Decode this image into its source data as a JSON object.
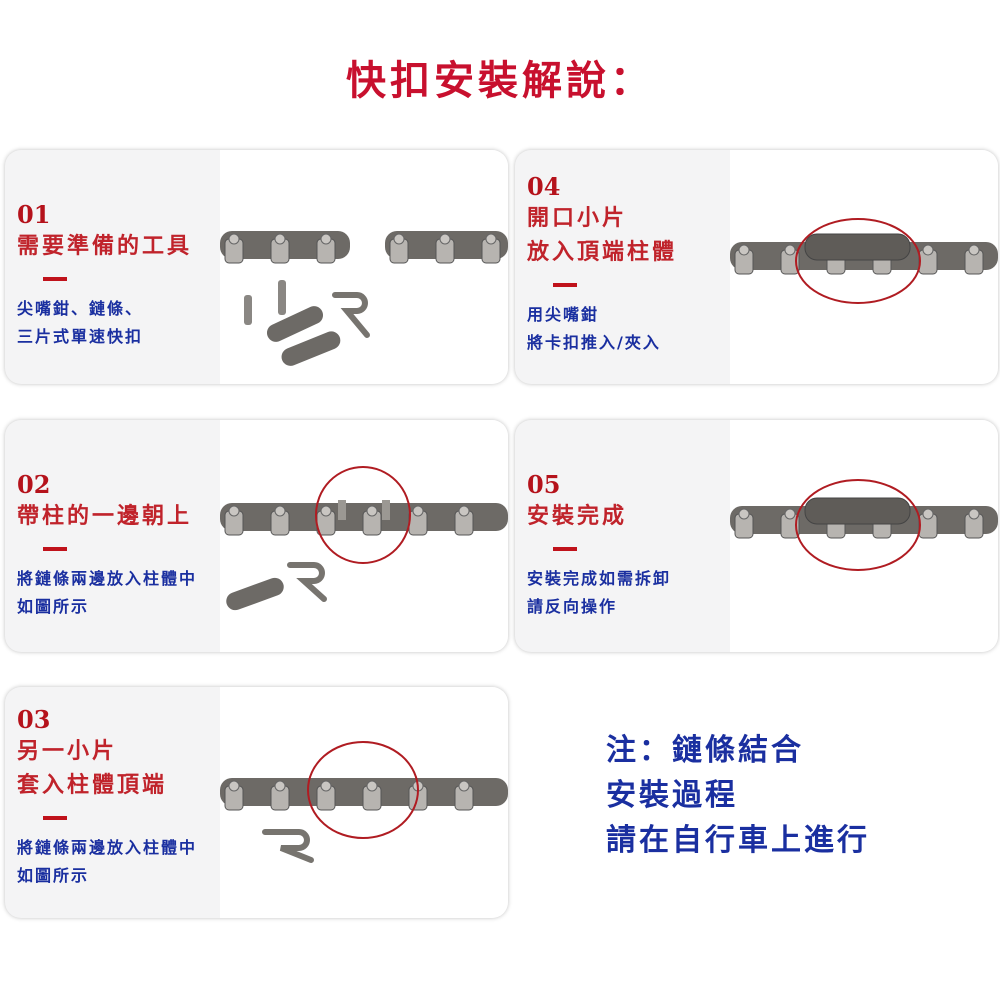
{
  "title": "快扣安裝解說：",
  "steps": [
    {
      "num": "01",
      "heading": [
        "需要準備的工具"
      ],
      "desc": [
        "尖嘴鉗、鏈條、",
        "三片式單速快扣"
      ]
    },
    {
      "num": "02",
      "heading": [
        "帶柱的一邊朝上"
      ],
      "desc": [
        "將鏈條兩邊放入柱體中",
        "如圖所示"
      ]
    },
    {
      "num": "03",
      "heading": [
        "另一小片",
        "套入柱體頂端"
      ],
      "desc": [
        "將鏈條兩邊放入柱體中",
        "如圖所示"
      ]
    },
    {
      "num": "04",
      "heading": [
        "開口小片",
        "放入頂端柱體"
      ],
      "desc": [
        "用尖嘴鉗",
        "將卡扣推入/夾入"
      ]
    },
    {
      "num": "05",
      "heading": [
        "安裝完成"
      ],
      "desc": [
        "安裝完成如需拆卸",
        "請反向操作"
      ]
    }
  ],
  "note": [
    "注：鏈條結合",
    "安裝過程",
    "請在自行車上進行"
  ],
  "colors": {
    "title": "#c8102e",
    "heading": "#c0232b",
    "desc": "#1a2fa0",
    "highlight": "#b01c22"
  }
}
